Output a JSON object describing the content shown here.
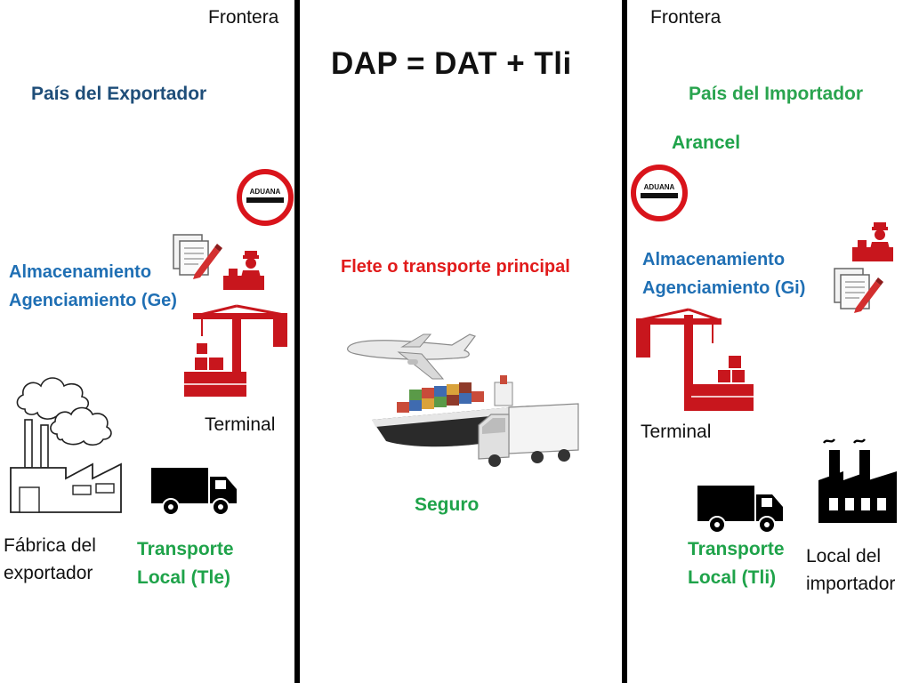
{
  "border_left": "Frontera",
  "border_right": "Frontera",
  "formula": "DAP = DAT + Tli",
  "exporter": {
    "country": "País del Exportador",
    "storage_line1": "Almacenamiento",
    "storage_line2": "Agenciamiento (Ge)",
    "terminal": "Terminal",
    "factory_line1": "Fábrica del",
    "factory_line2": "exportador",
    "transport_line1": "Transporte",
    "transport_line2": "Local (Tle)",
    "customs_sign": "ADUANA"
  },
  "middle": {
    "main_freight": "Flete o transporte principal",
    "insurance": "Seguro"
  },
  "importer": {
    "country": "País del Importador",
    "tariff": "Arancel",
    "storage_line1": "Almacenamiento",
    "storage_line2": "Agenciamiento (Gi)",
    "terminal": "Terminal",
    "transport_line1": "Transporte",
    "transport_line2": "Local (Tli)",
    "local_line1": "Local del",
    "local_line2": "importador",
    "customs_sign": "ADUANA"
  },
  "colors": {
    "exporter_blue": "#1f4e79",
    "importer_green": "#2aa44f",
    "cost_blue": "#1f6fb4",
    "freight_red": "#e11b1b",
    "icon_red": "#c8161d"
  }
}
